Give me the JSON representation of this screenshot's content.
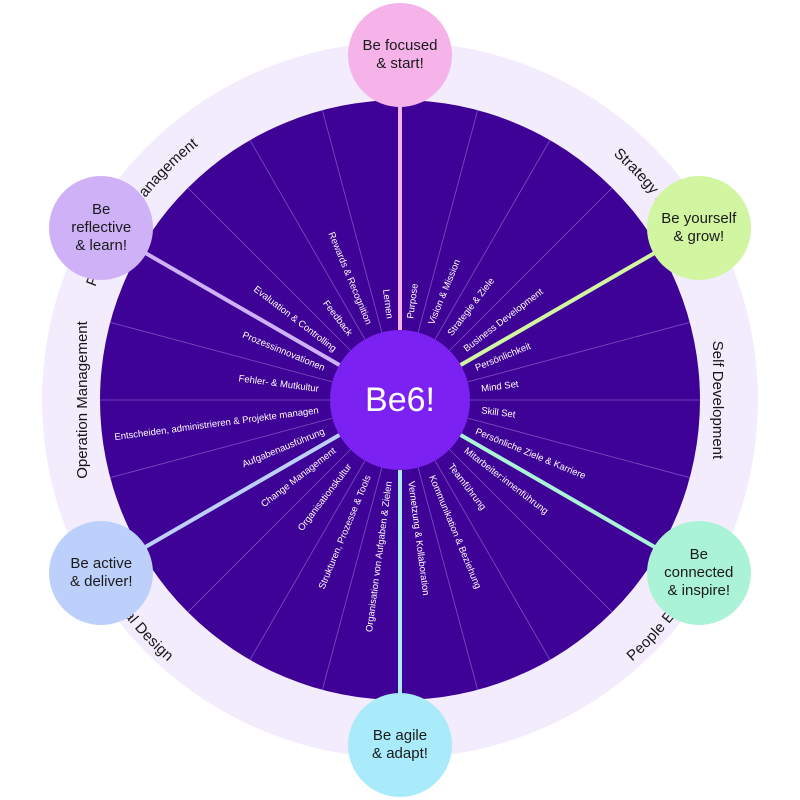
{
  "center": {
    "label": "Be6!"
  },
  "colors": {
    "outer_ring": "#f2ecfd",
    "wheel": "#3f0296",
    "hub": "#7b22f2",
    "segment_line": "#7a52c2",
    "spoke_text": "#ffffff",
    "ring_text": "#161616"
  },
  "nodes": [
    {
      "label": "Be focused\n& start!",
      "fill": "#f5b3ea",
      "spoke": "#f5b3ea"
    },
    {
      "label": "Be yourself\n& grow!",
      "fill": "#d2f5a2",
      "spoke": "#d2f5a2"
    },
    {
      "label": "Be\nconnected\n& inspire!",
      "fill": "#aaf3d7",
      "spoke": "#aaf3d7"
    },
    {
      "label": "Be agile\n& adapt!",
      "fill": "#a9ebfb",
      "spoke": "#a9ebfb"
    },
    {
      "label": "Be active\n& deliver!",
      "fill": "#bcd0fb",
      "spoke": "#bcd0fb"
    },
    {
      "label": "Be\nreflective\n& learn!",
      "fill": "#cfb1f7",
      "spoke": "#cfb1f7"
    }
  ],
  "ring_labels": [
    "Strategy Management",
    "Self Development",
    "People Empowerment",
    "Organizational Design",
    "Operation Management",
    "Performance Management"
  ],
  "sectors": [
    [
      "Purpose",
      "Vision & Mission",
      "Strategie & Ziele",
      "Business Development"
    ],
    [
      "Persönlichkeit",
      "Mind Set",
      "Skill Set",
      "Persönliche Ziele & Karriere"
    ],
    [
      "Mitarbeiter:innenführung",
      "Teamführung",
      "Kommunikation & Beziehung",
      "Vernetzung & Kollaboration"
    ],
    [
      "Organisation von Aufgaben & Zielen",
      "Strukturen, Prozesse & Tools",
      "Organisationskultur",
      "Change Management"
    ],
    [
      "Aufgabenausführung",
      "Entscheiden, administrieren & Projekte managen",
      "Fehler- & Mutkultur",
      "Prozessinnovationen"
    ],
    [
      "Evaluation & Controlling",
      "Feedback",
      "Rewards & Recognition",
      "Lernen"
    ]
  ]
}
